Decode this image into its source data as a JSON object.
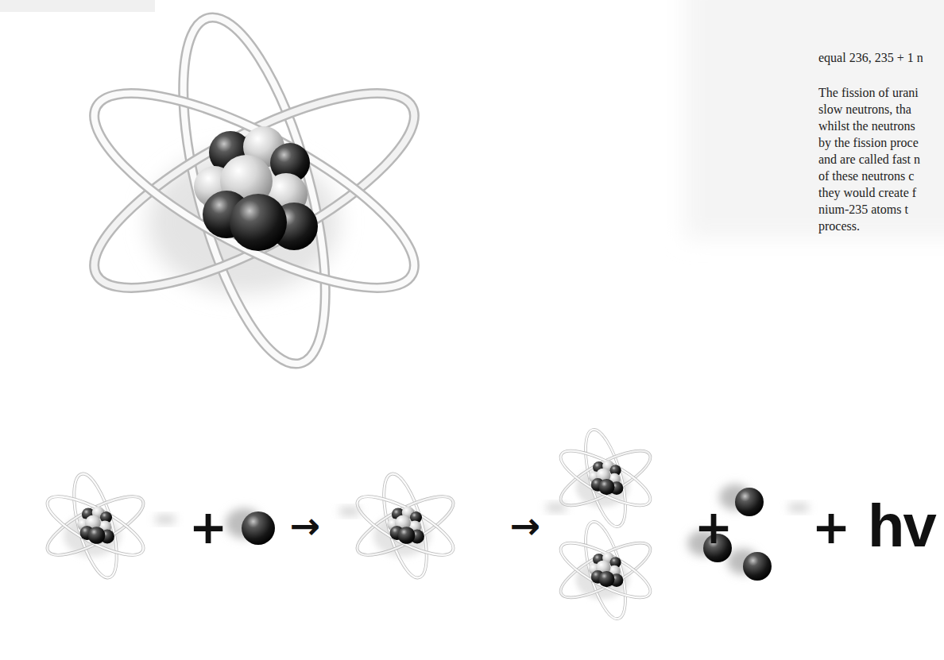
{
  "diagram": {
    "labels": [
      "equal 236, 235 + 1 n",
      "The fission of urani",
      "slow neutrons, tha",
      "whilst the neutrons",
      "by the fission proce",
      "and are called fast n",
      "of these neutrons c",
      "they would create f",
      "nium-235 atoms t",
      "process.",
      "+",
      "→",
      "→",
      "+",
      "+",
      "hv"
    ]
  }
}
